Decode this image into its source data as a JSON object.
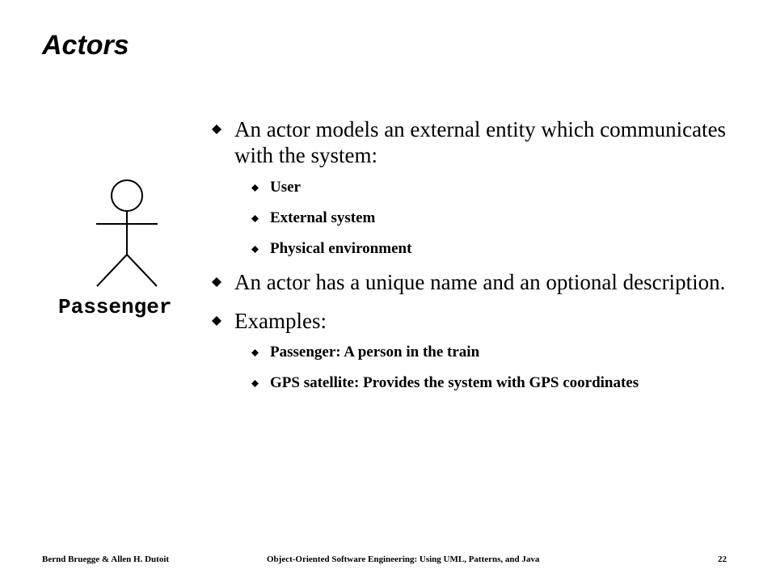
{
  "slide": {
    "title": "Actors"
  },
  "actor": {
    "label": "Passenger"
  },
  "bullets": [
    {
      "text": "An actor models an external entity which communicates with the system:",
      "sub": [
        "User",
        "External system",
        "Physical environment"
      ]
    },
    {
      "text": "An actor has a unique name and an optional description.",
      "sub": []
    },
    {
      "text": "Examples:",
      "sub": [
        "Passenger: A person in the train",
        "GPS satellite: Provides the system with  GPS coordinates"
      ]
    }
  ],
  "footer": {
    "authors": "Bernd Bruegge & Allen H. Dutoit",
    "book": "Object-Oriented Software Engineering: Using UML, Patterns, and Java",
    "page": "22"
  }
}
